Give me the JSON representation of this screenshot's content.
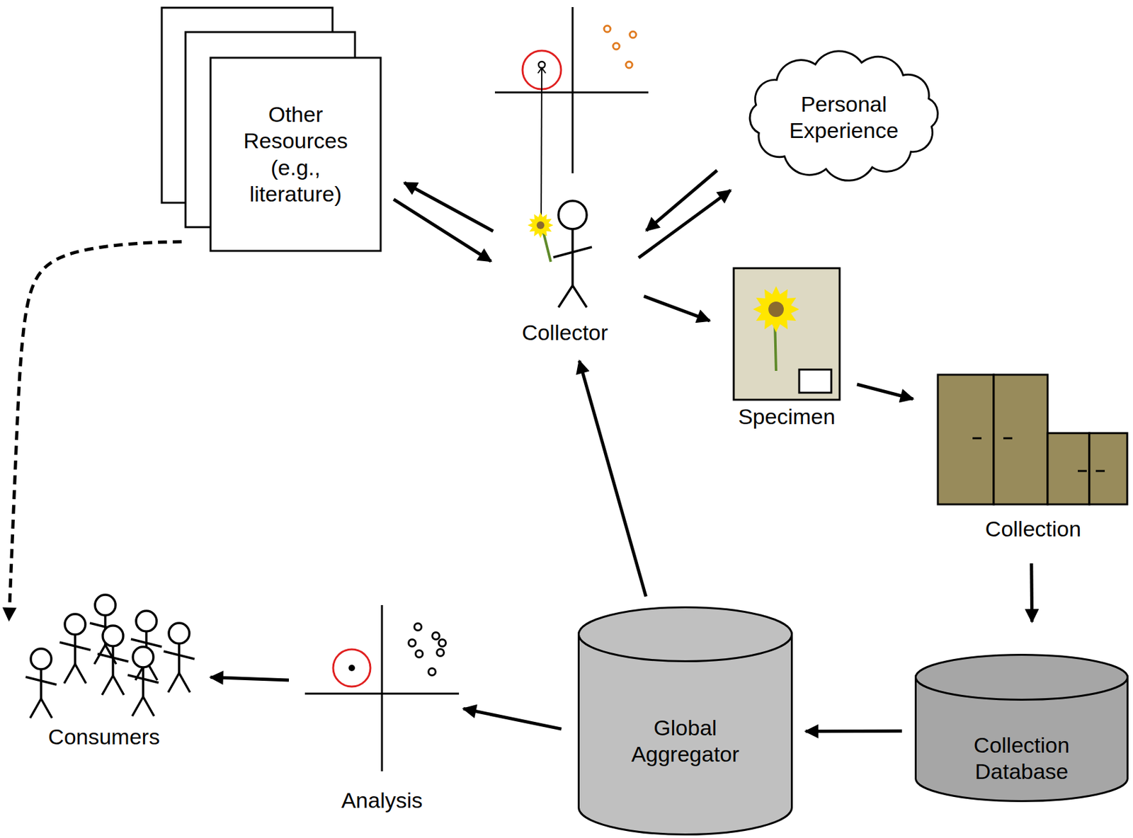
{
  "diagram": {
    "nodes": [
      {
        "text": [
          "Other Resources (e.g., literature)"
        ]
      },
      {
        "text": [
          "Personal Experience"
        ]
      },
      {
        "text": [
          "Collector"
        ]
      },
      {
        "text": [
          "Specimen"
        ]
      },
      {
        "text": [
          "Collection"
        ]
      },
      {
        "text": [
          "Collection Database"
        ]
      },
      {
        "text": [
          "Global Aggregator"
        ]
      },
      {
        "text": [
          "Analysis"
        ]
      },
      {
        "text": [
          "Consumers"
        ]
      }
    ],
    "edges": [
      {
        "from": 0,
        "to": 2,
        "arrow": "to"
      },
      {
        "from": 2,
        "to": 0,
        "arrow": "to"
      },
      {
        "from": 1,
        "to": 2,
        "arrow": "to"
      },
      {
        "from": 2,
        "to": 1,
        "arrow": "to"
      },
      {
        "from": 2,
        "to": 3,
        "arrow": "to"
      },
      {
        "from": 3,
        "to": 4,
        "arrow": "to"
      },
      {
        "from": 4,
        "to": 5,
        "arrow": "to"
      },
      {
        "from": 5,
        "to": 6,
        "arrow": "to"
      },
      {
        "from": 6,
        "to": 2,
        "arrow": "to"
      },
      {
        "from": 6,
        "to": 7,
        "arrow": "to"
      },
      {
        "from": 7,
        "to": 8,
        "arrow": "to"
      },
      {
        "from": 0,
        "to": 8,
        "arrow": "to"
      }
    ]
  }
}
